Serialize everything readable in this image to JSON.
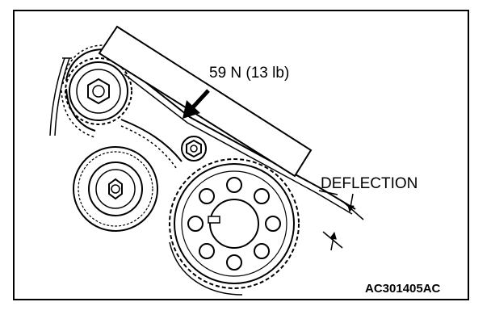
{
  "diagram": {
    "force_label": "59 N (13 lb)",
    "deflection_label": "DEFLECTION",
    "figure_code": "AC301405AC"
  },
  "colors": {
    "ink": "#000000",
    "paper": "#ffffff"
  }
}
